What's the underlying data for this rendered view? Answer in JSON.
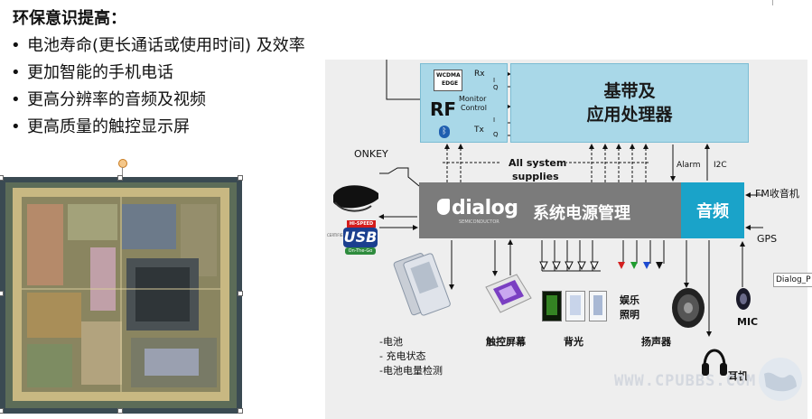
{
  "slide": {
    "title": "环保意识提高：",
    "bullets": [
      "电池寿命(更长通话或使用时间)  及效率",
      "更加智能的手机电话",
      "更高分辨率的音频及视频",
      "更高质量的触控显示屏"
    ]
  },
  "diagram": {
    "rf": {
      "label": "RF",
      "chip_text_1": "WCDMA",
      "chip_text_2": "EDGE",
      "rx": "Rx",
      "tx": "Tx",
      "i_label": "I",
      "q_label": "Q",
      "monitor": "Monitor",
      "control": "Control"
    },
    "baseband": {
      "line1": "基带及",
      "line2": "应用处理器"
    },
    "pmu": {
      "label": "系统电源管理",
      "logo": "dialog",
      "logo_sub": "SEMICONDUCTOR"
    },
    "audio": {
      "label": "音频"
    },
    "supplies": {
      "line1": "All system",
      "line2": "supplies"
    },
    "alarm": "Alarm",
    "i2c": "I2C",
    "onkey": "ONKEY",
    "usb": "USB",
    "usb_top": "HI-SPEED",
    "usb_side": "CERTIFIED",
    "usb_bottom": "On-The-Go",
    "fm": "FM收音机",
    "gps": "GPS",
    "mic": "MIC",
    "battery_lines": [
      "-电池",
      "- 充电状态",
      "-电池电量检测"
    ],
    "touchscreen": "触控屏幕",
    "backlight": "背光",
    "entertainment_1": "娱乐",
    "entertainment_2": "照明",
    "speaker": "扬声器",
    "earphone": "耳机",
    "dialog_tag": "Dialog_P",
    "watermark": "WWW.CPUBBS.COM"
  },
  "colors": {
    "rf_box": "#a9d8e8",
    "pmu": "#7b7b7b",
    "audio": "#1aa3c9",
    "background": "#eeeeee"
  }
}
